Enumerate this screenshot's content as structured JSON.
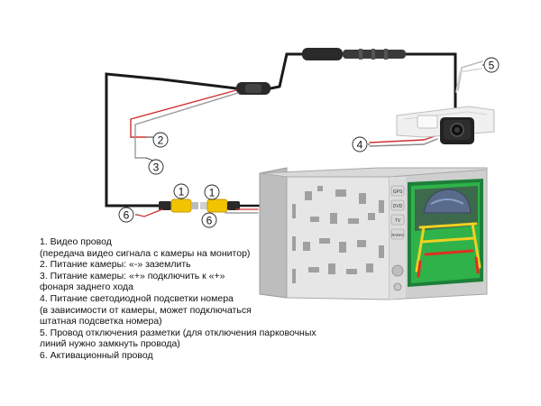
{
  "callouts": [
    "1",
    "2",
    "3",
    "4",
    "5",
    "6"
  ],
  "head_unit": {
    "buttons": [
      "GPS",
      "DVD",
      "TV",
      "RADIO"
    ]
  },
  "legend": [
    "1. Видео провод",
    "(передача видео сигнала с камеры на монитор)",
    "2. Питание камеры: «-» заземлить",
    "3. Питание камеры: «+» подключить к «+»",
    "фонаря заднего хода",
    "4. Питание светодиодной подсветки номера",
    "(в зависимости от камеры, может подключаться",
    "штатная подсветка номера)",
    "5. Провод отключения разметки (для отключения парковочных",
    "линий нужно замкнуть провода)",
    "6. Активационный провод"
  ],
  "colors": {
    "cable": "#1a1a1a",
    "wire_red": "#d03030",
    "rca_yellow": "#f2c400",
    "screen_green": "#2fb24a",
    "guide_yellow": "#f0d020",
    "guide_red": "#e03020"
  }
}
